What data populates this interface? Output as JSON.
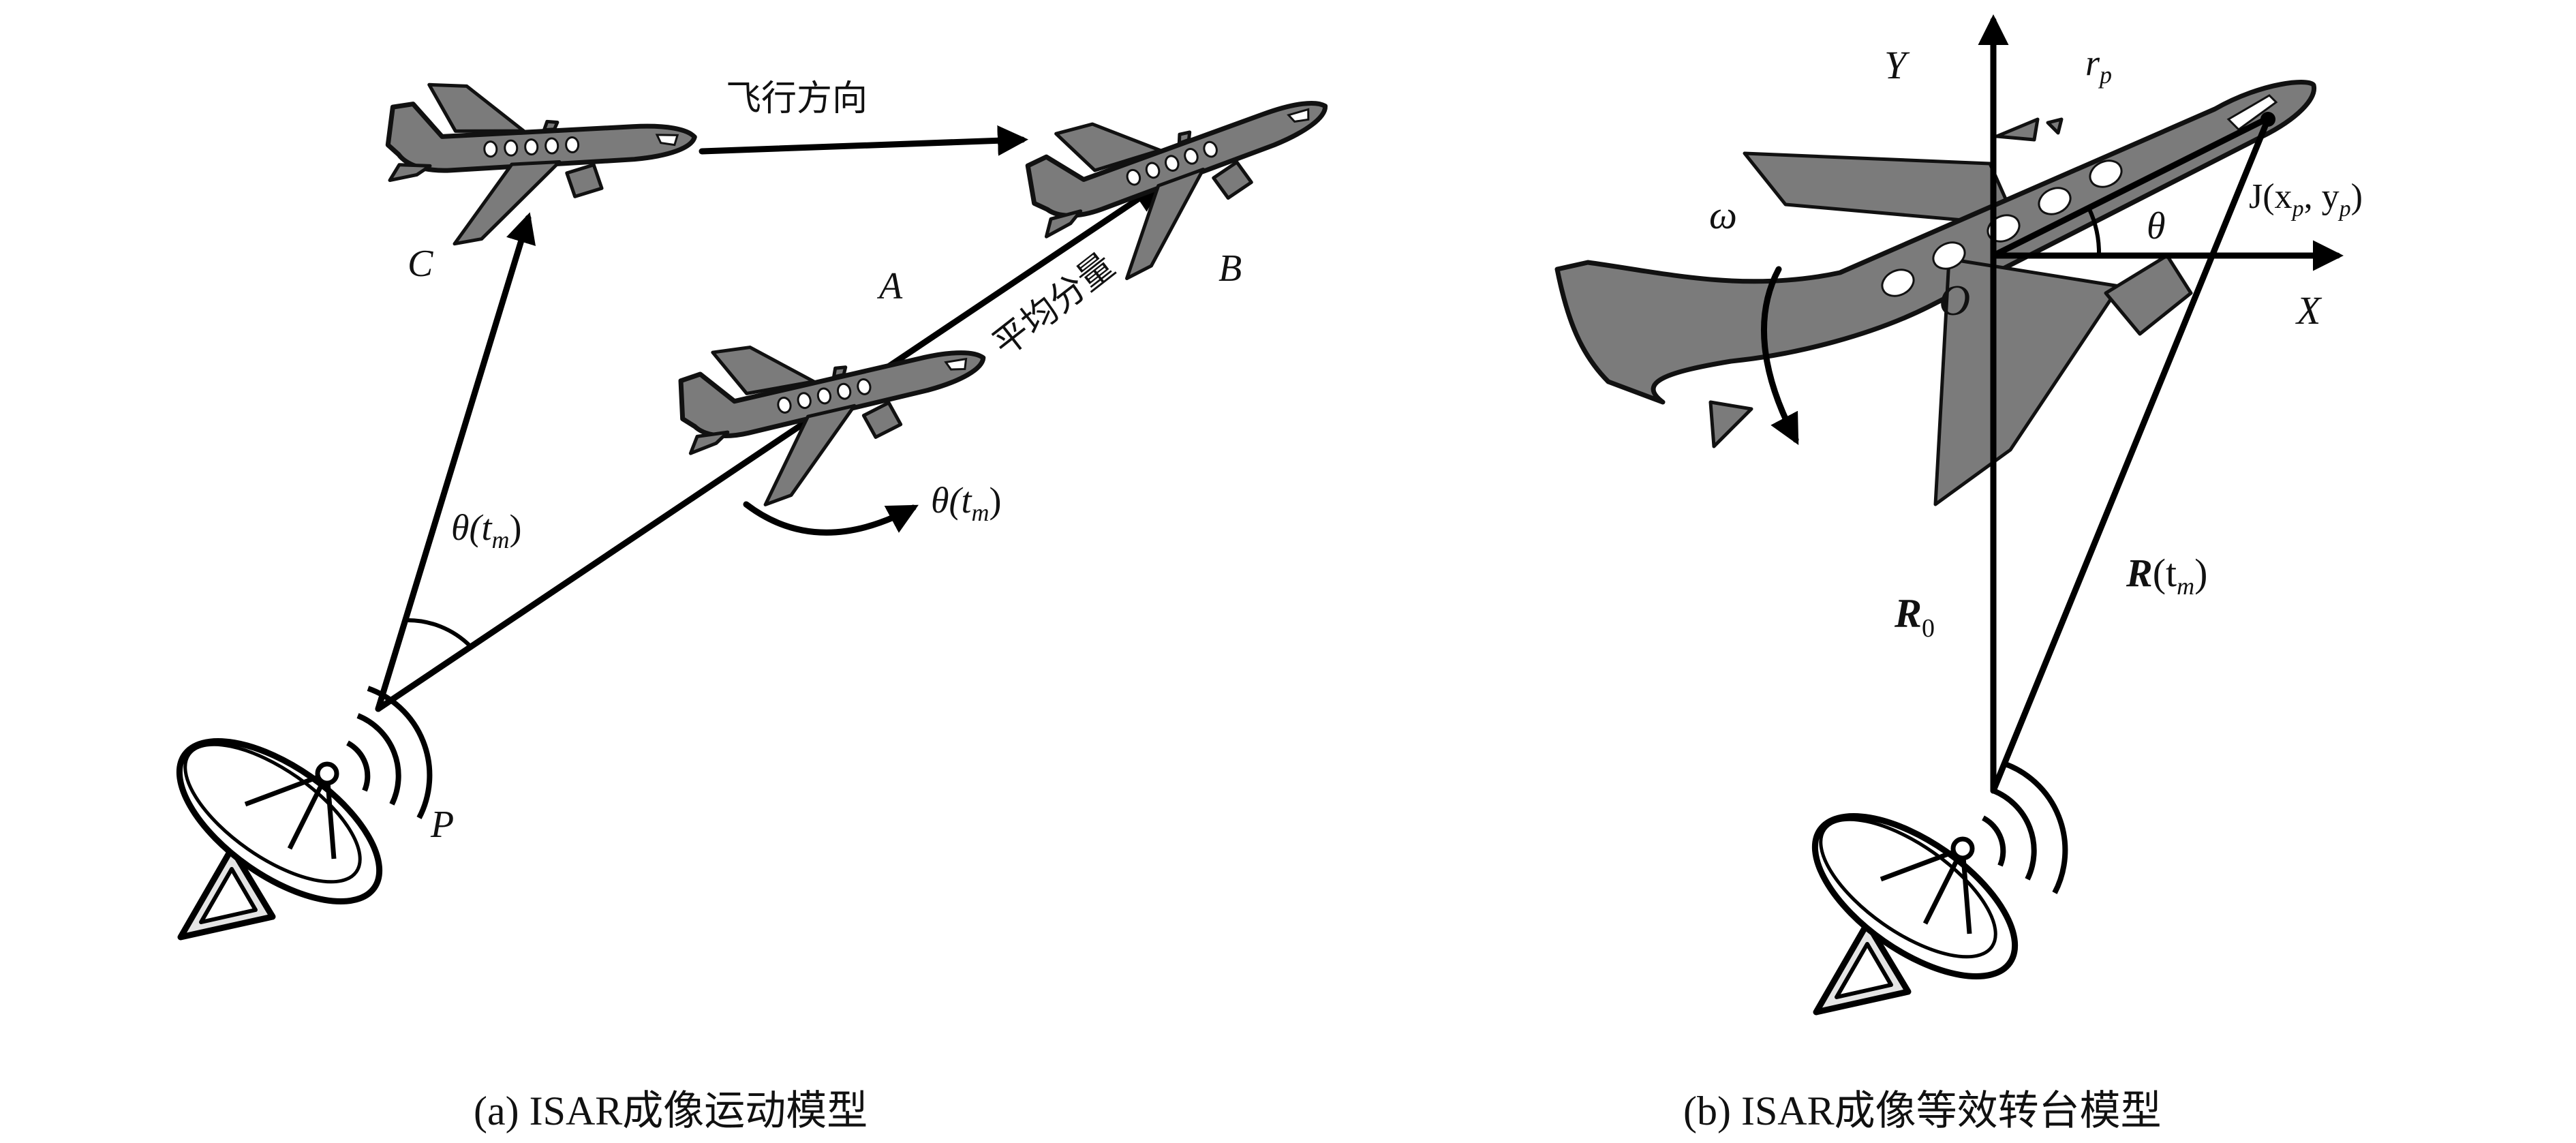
{
  "panel_a": {
    "labels": {
      "flight_direction": "飞行方向",
      "mean_component": "平均分量",
      "point_a": "A",
      "point_b": "B",
      "point_c": "C",
      "point_p": "P",
      "angle_left": "θ(t",
      "angle_left_sub": "m",
      "angle_right": "θ(t",
      "angle_right_sub": "m"
    },
    "caption": "(a) ISAR成像运动模型"
  },
  "panel_b": {
    "labels": {
      "axis_x": "X",
      "axis_y": "Y",
      "origin": "O",
      "omega": "ω",
      "theta": "θ",
      "rp": "r",
      "rp_sub": "p",
      "point_j_prefix": "J(x",
      "point_j_sub_x": "p",
      "point_j_mid": ", y",
      "point_j_sub_y": "p",
      "point_j_suffix": ")",
      "r0": "R",
      "r0_sub": "0",
      "rt": "R",
      "rt_paren": "(t",
      "rt_sub": "m",
      "rt_close": ")"
    },
    "caption": "(b) ISAR成像等效转台模型"
  }
}
